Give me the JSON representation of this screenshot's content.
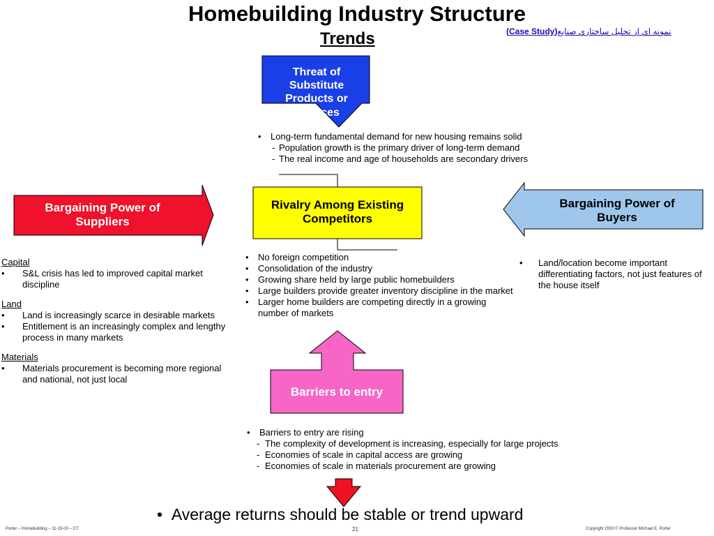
{
  "header": {
    "title": "Homebuilding Industry Structure",
    "subtitle": "Trends",
    "case_link_text": "نمونه اي از تحليل ساختاري صنايع",
    "case_link_bold": "(Case Study)"
  },
  "boxes": {
    "substitutes": "Threat of Substitute Products or Services",
    "rivalry": "Rivalry Among Existing Competitors",
    "suppliers": "Bargaining Power of Suppliers",
    "buyers": "Bargaining Power of Buyers",
    "barriers": "Barriers to entry"
  },
  "colors": {
    "substitutes": "#1a3fe6",
    "rivalry": "#ffff00",
    "suppliers": "#f0112c",
    "buyers": "#9fc7ec",
    "barriers": "#f766c7",
    "conclusion_arrow": "#ee1122"
  },
  "substitutes_notes": {
    "main": "Long-term fundamental demand for new housing remains solid",
    "sub1": "Population growth is the primary driver of long-term demand",
    "sub2": "The real income and age of households are secondary drivers"
  },
  "rivalry_notes": [
    "No foreign competition",
    "Consolidation of the industry",
    "Growing share held by large public homebuilders",
    "Large builders provide greater inventory discipline in the market",
    "Larger home builders are competing directly in a growing number of markets"
  ],
  "suppliers_notes": {
    "capital_head": "Capital",
    "capital_1": "S&L crisis has led to improved capital market discipline",
    "land_head": "Land",
    "land_1": "Land is increasingly scarce in desirable markets",
    "land_2": "Entitlement is an increasingly complex and lengthy process in many markets",
    "materials_head": "Materials",
    "materials_1": "Materials procurement is becoming more regional and national, not just local"
  },
  "buyers_notes": {
    "main": "Land/location become important differentiating factors, not just features of the house itself"
  },
  "barriers_notes": {
    "main": "Barriers to entry are rising",
    "sub1": "The complexity of development is increasing, especially for large projects",
    "sub2": "Economies of scale in capital access are growing",
    "sub3": "Economies of scale in materials procurement are growing"
  },
  "conclusion": "Average returns should be stable or trend upward",
  "footer": {
    "left": "Porter – Homebuilding – 11-15-03 – CT",
    "page": "21",
    "right": "Copyright 2003 © Professor Michael E. Porter"
  }
}
